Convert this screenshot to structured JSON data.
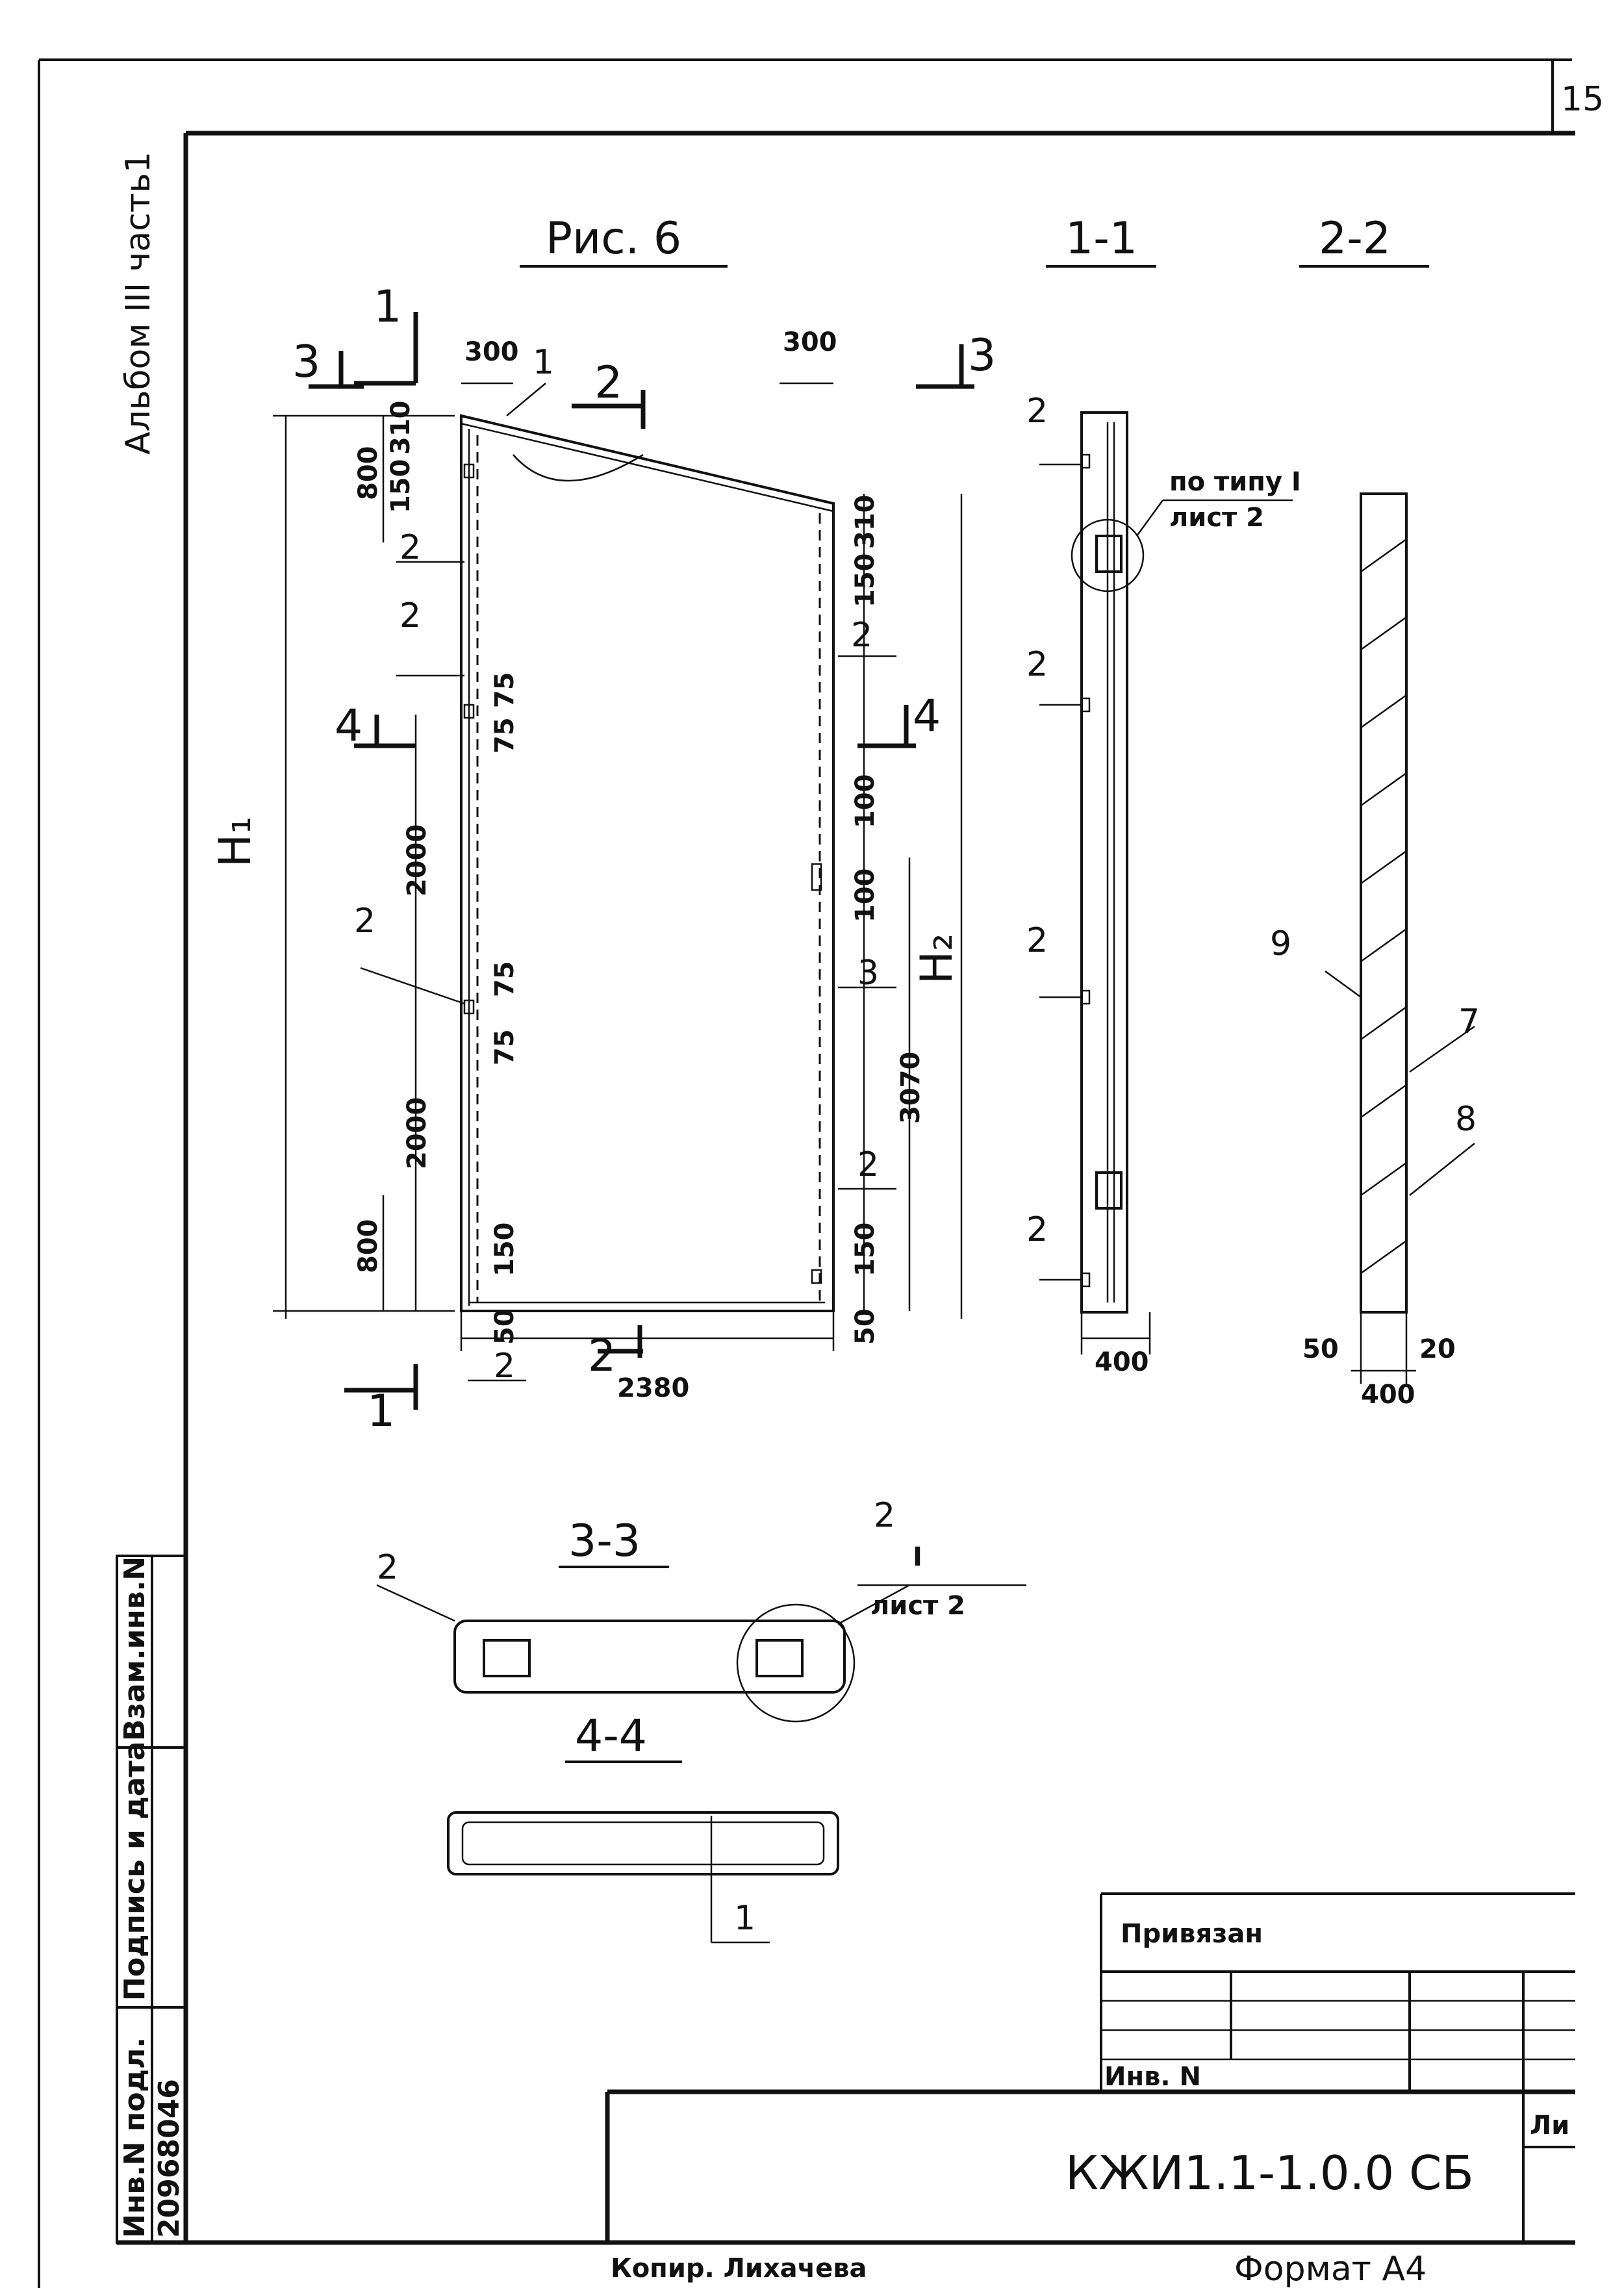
{
  "page_number": "15",
  "album_label": "Альбом III часть1",
  "figure_title": "Рис. 6",
  "section_titles": {
    "s1": "1-1",
    "s2": "2-2",
    "s3": "3-3",
    "s4": "4-4"
  },
  "cut_marks": {
    "c1": "1",
    "c2": "2",
    "c3": "3",
    "c4": "4"
  },
  "dimensions": {
    "top_left_width": "300",
    "top_right_width": "300",
    "left_top_800": "800",
    "left_310": "310",
    "left_150_top": "150",
    "h1": "H₁",
    "h2": "H₂",
    "d75_a": "75",
    "d75_b": "75",
    "d2000_a": "2000",
    "d75_c": "75",
    "d75_d": "75",
    "d2000_b": "2000",
    "left_bottom_800": "800",
    "left_150_bottom": "150",
    "left_50": "50",
    "width_2380": "2380",
    "right_310": "310",
    "right_150": "150",
    "right_100_a": "100",
    "right_100_b": "100",
    "right_3070": "3070",
    "right_150_bottom": "150",
    "right_50": "50",
    "sec1_width": "400",
    "sec2_50": "50",
    "sec2_20": "20",
    "sec2_400": "400"
  },
  "callouts": {
    "pos1": "1",
    "pos2": "2",
    "pos3": "3",
    "pos7": "7",
    "pos8": "8",
    "pos9": "9",
    "detail_ref": "по типу I",
    "detail_sheet": "лист 2",
    "detail_ref_2": "I",
    "detail_sheet_2": "лист 2"
  },
  "side_stamp": {
    "col1": "Инв.N подл.",
    "col2": "Подпись и дата",
    "col3": "Взам.инв.N",
    "inv_number": "20968046"
  },
  "title_block": {
    "attached": "Привязан",
    "inv_label": "Инв. N",
    "doc_code": "КЖИ1.1-1.0.0 СБ",
    "sheet_label": "Ли"
  },
  "footer": {
    "copied_by": "Копир. Лихачева",
    "format": "Формат А4"
  }
}
